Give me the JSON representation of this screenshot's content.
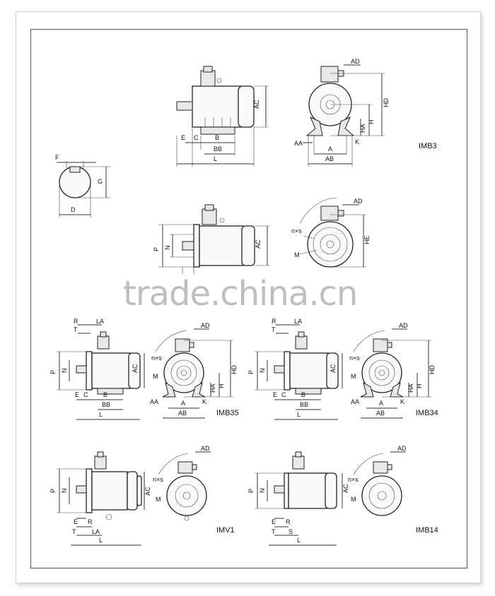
{
  "watermark": "trade.china.cn",
  "mounts": {
    "imb3": "IMB3",
    "imb35": "IMB35",
    "imb34": "IMB34",
    "imv1": "IMV1",
    "imb14": "IMB14"
  },
  "dims": {
    "AD": "AD",
    "AC": "AC",
    "HD": "HD",
    "HA": "HA",
    "H": "H",
    "K": "K",
    "AA": "AA",
    "A": "A",
    "AB": "AB",
    "E": "E",
    "C": "C",
    "B": "B",
    "BB": "BB",
    "L": "L",
    "F": "F",
    "G": "G",
    "D": "D",
    "P": "P",
    "N": "N",
    "M": "M",
    "HE": "HE",
    "nXs": "n×s",
    "R": "R",
    "T": "T",
    "LA": "LA",
    "S": "S"
  }
}
